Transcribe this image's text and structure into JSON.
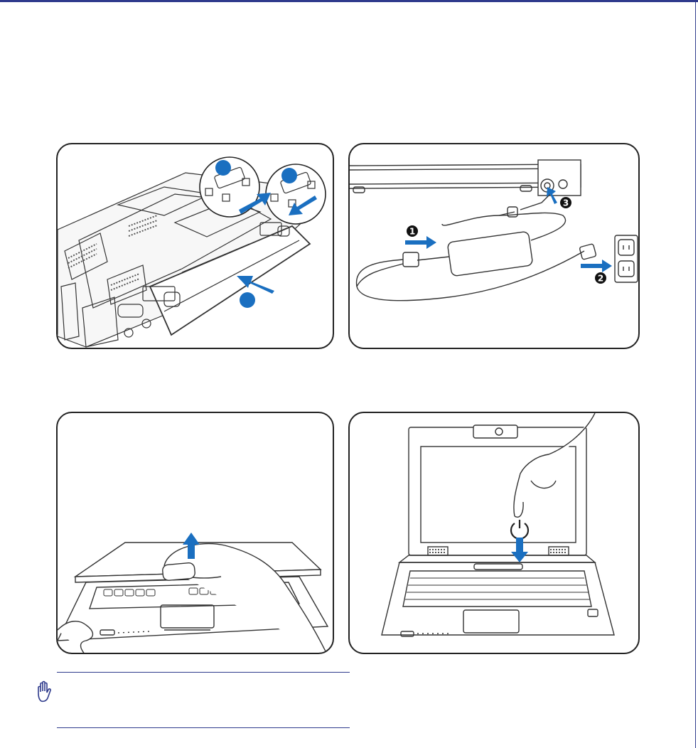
{
  "colors": {
    "rule": "#2e3a8c",
    "accent_blue": "#1a6fc0",
    "line": "#222222"
  },
  "panels": [
    {
      "id": "battery-install",
      "step_labels": []
    },
    {
      "id": "connect-ac-power",
      "step_labels": [
        "1",
        "2",
        "3"
      ]
    },
    {
      "id": "open-lcd-panel",
      "step_labels": []
    },
    {
      "id": "turn-on-power",
      "step_labels": []
    }
  ],
  "note": {
    "icon": "hand-stop-icon"
  }
}
